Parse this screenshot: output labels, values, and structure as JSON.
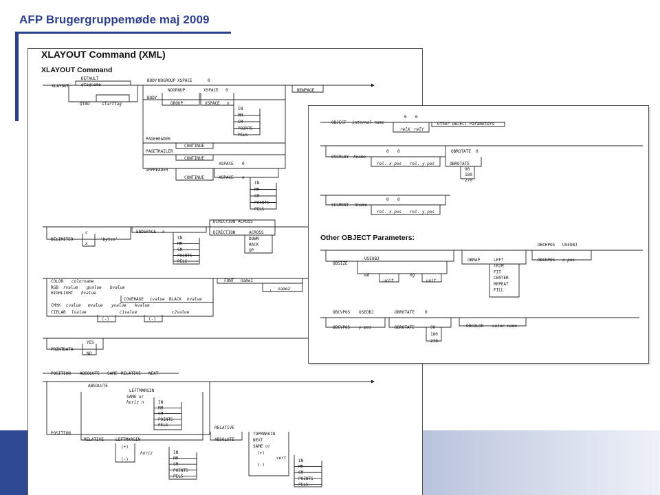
{
  "slide": {
    "title": "AFP Brugergruppemøde maj 2009"
  },
  "main_doc": {
    "heading": "XLAYOUT Command (XML)",
    "subheading": "XLAYOUT Command",
    "labels": {
      "xlayout": "XLAYOUT",
      "default": "DEFAULT",
      "qtagname": "qtagname",
      "qtag": "QTAG",
      "starttag": "starttag",
      "body": "BODY",
      "nogroup": "NOGROUP",
      "group": "GROUP",
      "xspace": "XSPACE",
      "zero": "0",
      "n": "n",
      "newpage": "NEWPAGE",
      "pageheader": "PAGEHEADER",
      "pagetrailer": "PAGETRAILER",
      "grpheader": "GRPHEADER",
      "continue": "CONTINUE",
      "delimiter": "DELIMITER",
      "c": "c",
      "x": "x",
      "bytes": "'bytes'",
      "endspace": "ENDSPACE",
      "direction": "DIRECTION",
      "across": "ACROSS",
      "down": "DOWN",
      "back": "BACK",
      "up": "UP",
      "color": "COLOR",
      "colorname": "colorname",
      "rgb": "RGB",
      "rvalue": "rvalue",
      "gvalue": "gvalue",
      "bvalue": "bvalue",
      "highlight": "HIGHLIGHT",
      "hvalue": "hvalue",
      "coverage": "COVERAGE",
      "cvalue": "cvalue",
      "black": "BLACK",
      "kvalue": "kvalue",
      "cmyk": "CMYK",
      "mvalue": "mvalue",
      "yvalue": "yvalue",
      "cielab": "CIELAB",
      "lvalue": "lvalue",
      "c1value": "c1value",
      "c2value": "c2value",
      "minus": "(-)",
      "plus": "(+)",
      "font": "FONT",
      "name1": "name1",
      "name2": "name2",
      "comma": ",",
      "printdata": "PRINTDATA",
      "yes": "YES",
      "no": "NO",
      "position": "POSITION",
      "absolute": "ABSOLUTE",
      "same": "SAME",
      "relative": "RELATIVE",
      "next": "NEXT",
      "leftmargin": "LEFTMARGIN",
      "same_or": "SAME or",
      "horiz_n": "horiz n",
      "horiz": "horiz",
      "topmargin": "TOPMARGIN",
      "vert": "vert",
      "units": [
        "IN",
        "MM",
        "CM",
        "POINTS",
        "PELS"
      ]
    }
  },
  "overlay_doc": {
    "subheading": "Other OBJECT Parameters:",
    "labels": {
      "object": "OBJECT",
      "internal_name": "internal name",
      "zero": "0",
      "relx": "relX",
      "rely": "relY",
      "other_params": "Other OBJECT Parameters",
      "overlay": "OVERLAY",
      "xname": "Xname",
      "rel_xpos": "rel. x-pos",
      "rel_ypos": "rel. y-pos",
      "obrotate": "OBROTATE",
      "deg": [
        "0",
        "90",
        "180",
        "270"
      ],
      "segment": "SEGMENT",
      "obsize": "OBSIZE",
      "useobj": "USEOBJ",
      "wd": "wd",
      "hg": "hg",
      "unit": "unit",
      "obmap": "OBMAP",
      "obmap_opts": [
        "LEFT",
        "TRIM",
        "FIT",
        "CENTER",
        "REPEAT",
        "FILL"
      ],
      "obchpos": "OBCHPOS",
      "xpos": "x-pos",
      "obcvpos": "OBCVPOS",
      "ypos": "y-pos",
      "obcolor": "OBCOLOR",
      "color_name": "color-name"
    }
  }
}
